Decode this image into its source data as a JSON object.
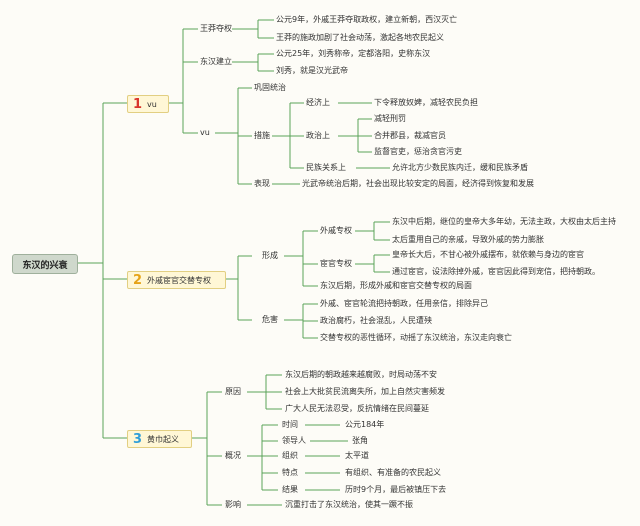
{
  "root": "东汉的兴衰",
  "section1": {
    "num": "1",
    "title": "vu",
    "wangmang": {
      "label": "王莽夺权",
      "items": [
        "公元9年，外戚王莽夺取政权，建立新朝，西汉灭亡",
        "王莽的施政加剧了社会动荡，激起各地农民起义"
      ]
    },
    "founding": {
      "label": "东汉建立",
      "items": [
        "公元25年，刘秀称帝，定都洛阳，史称东汉",
        "刘秀，就是汉光武帝"
      ]
    },
    "vu": {
      "label": "vu",
      "consolidate": "巩固统治",
      "measures": {
        "label": "措施",
        "economy": {
          "label": "经济上",
          "items": [
            "下令释放奴婢，减轻农民负担"
          ]
        },
        "politics": {
          "label": "政治上",
          "items": [
            "减轻刑罚",
            "合并郡县，裁减官员",
            "监督官吏，惩治贪官污吏"
          ]
        },
        "ethnic": {
          "label": "民族关系上",
          "items": [
            "允许北方少数民族内迁，缓和民族矛盾"
          ]
        }
      },
      "performance": {
        "label": "表现",
        "items": [
          "光武帝统治后期，社会出现比较安定的局面，经济得到恢复和发展"
        ]
      }
    }
  },
  "section2": {
    "num": "2",
    "title": "外戚宦官交替专权",
    "formation": {
      "label": "形成",
      "waiqi": {
        "label": "外戚专权",
        "items": [
          "东汉中后期，继位的皇帝大多年幼，无法主政，大权由太后主持",
          "太后重用自己的亲戚，导致外戚的势力膨胀"
        ]
      },
      "huanguan": {
        "label": "宦官专权",
        "items": [
          "皇帝长大后，不甘心被外戚摆布，就依赖与身边的宦官",
          "通过宦官，设法除掉外戚，宦官因此得到宠信，把持朝政。"
        ]
      },
      "summary": "东汉后期，形成外戚和宦官交替专权的局面"
    },
    "harm": {
      "label": "危害",
      "items": [
        "外戚、宦官轮流把持朝政，任用亲信，排除异己",
        "政治腐朽，社会混乱，人民遭殃",
        "交替专权的恶性循环，动摇了东汉统治，东汉走向衰亡"
      ]
    }
  },
  "section3": {
    "num": "3",
    "title": "黄巾起义",
    "cause": {
      "label": "原因",
      "items": [
        "东汉后期的朝政越来越腐败，时局动荡不安",
        "社会上大批贫民流离失所，加上自然灾害频发",
        "广大人民无法忍受，反抗情绪在民间蔓延"
      ]
    },
    "overview": {
      "label": "概况",
      "rows": [
        {
          "key": "时间",
          "value": "公元184年"
        },
        {
          "key": "领导人",
          "value": "张角"
        },
        {
          "key": "组织",
          "value": "太平道"
        },
        {
          "key": "特点",
          "value": "有组织、有准备的农民起义"
        },
        {
          "key": "结果",
          "value": "历时9个月，最后被镇压下去"
        }
      ]
    },
    "impact": {
      "label": "影响",
      "items": [
        "沉重打击了东汉统治，使其一蹶不振"
      ]
    }
  },
  "colors": {
    "line": "#5aa35a",
    "root_bg": "#cfd8cc",
    "box_bg": "#fff7d6"
  }
}
